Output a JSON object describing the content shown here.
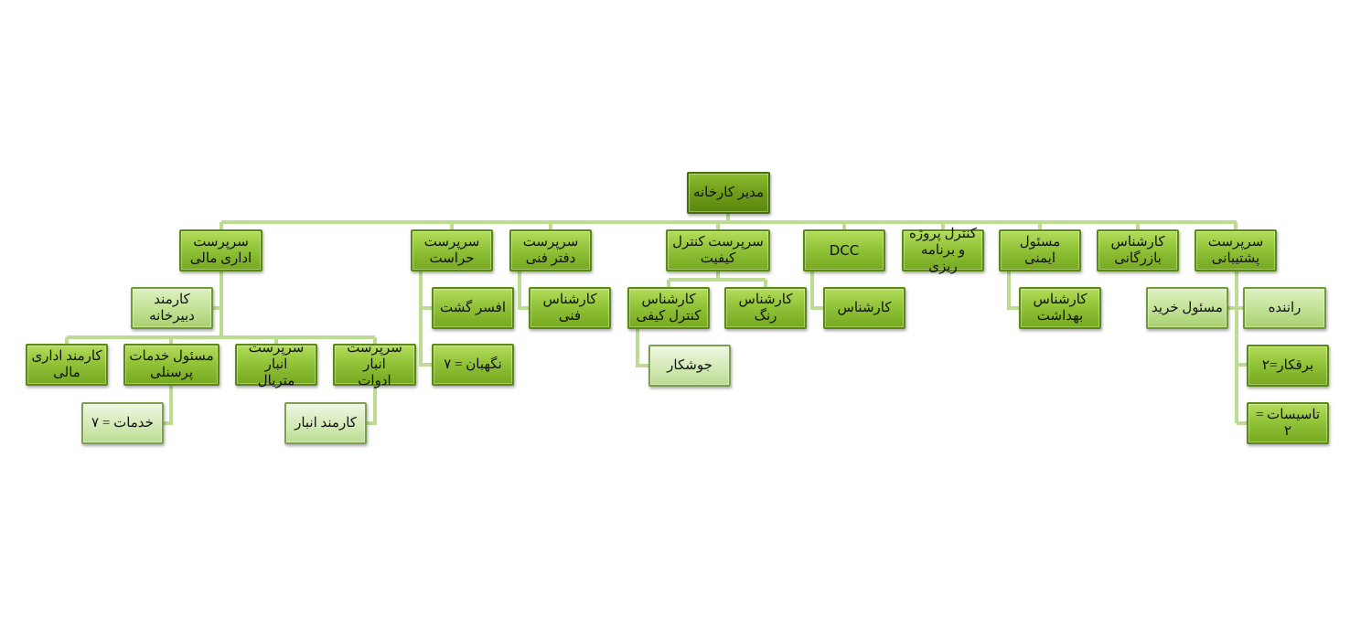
{
  "root": "مدیر کارخانه",
  "level1": {
    "admin_finance": "سرپرست\nاداری مالی",
    "security": "سرپرست\nحراست",
    "tech_office": "سرپرست\nدفتر فنی",
    "quality_control": "سرپرست کنترل\nکیفیت",
    "dcc": "DCC",
    "project_control": "کنترل پروژه\nو برنامه ریزی",
    "safety": "مسئول ایمنی",
    "commercial": "کارشناس\nبازرگانی",
    "support": "سرپرست\nپشتیبانی"
  },
  "admin_finance_children": {
    "secretary": "کارمند\nدبیرخانه",
    "finance_clerk": "کارمند اداری\nمالی",
    "personnel_services": "مسئول خدمات\nپرسنلی",
    "material_warehouse": "سرپرست انبار\nمتریال",
    "tools_warehouse": "سرپرست انبار\nادوات",
    "services": "خدمات = ۷",
    "warehouse_clerk": "کارمند انبار"
  },
  "security_children": {
    "patrol_officer": "افسر گشت",
    "guards": "نگهبان = ۷"
  },
  "tech_office_children": {
    "technical_expert": "کارشناس\nفنی"
  },
  "qc_children": {
    "qc_expert": "کارشناس\nکنترل کیفی",
    "paint_expert": "کارشناس\nرنگ",
    "welder": "جوشکار"
  },
  "dcc_children": {
    "expert": "کارشناس"
  },
  "safety_children": {
    "health_expert": "کارشناس\nبهداشت"
  },
  "support_children": {
    "purchase": "مسئول خرید",
    "driver": "راننده",
    "electrician": "برقکار=۲",
    "facilities": "تاسیسات = ۲"
  },
  "colors": {
    "node": "#92c43a",
    "node_dark": "#6e9e1a",
    "node_light": "#c4e398",
    "connector": "#b8dc8c"
  }
}
